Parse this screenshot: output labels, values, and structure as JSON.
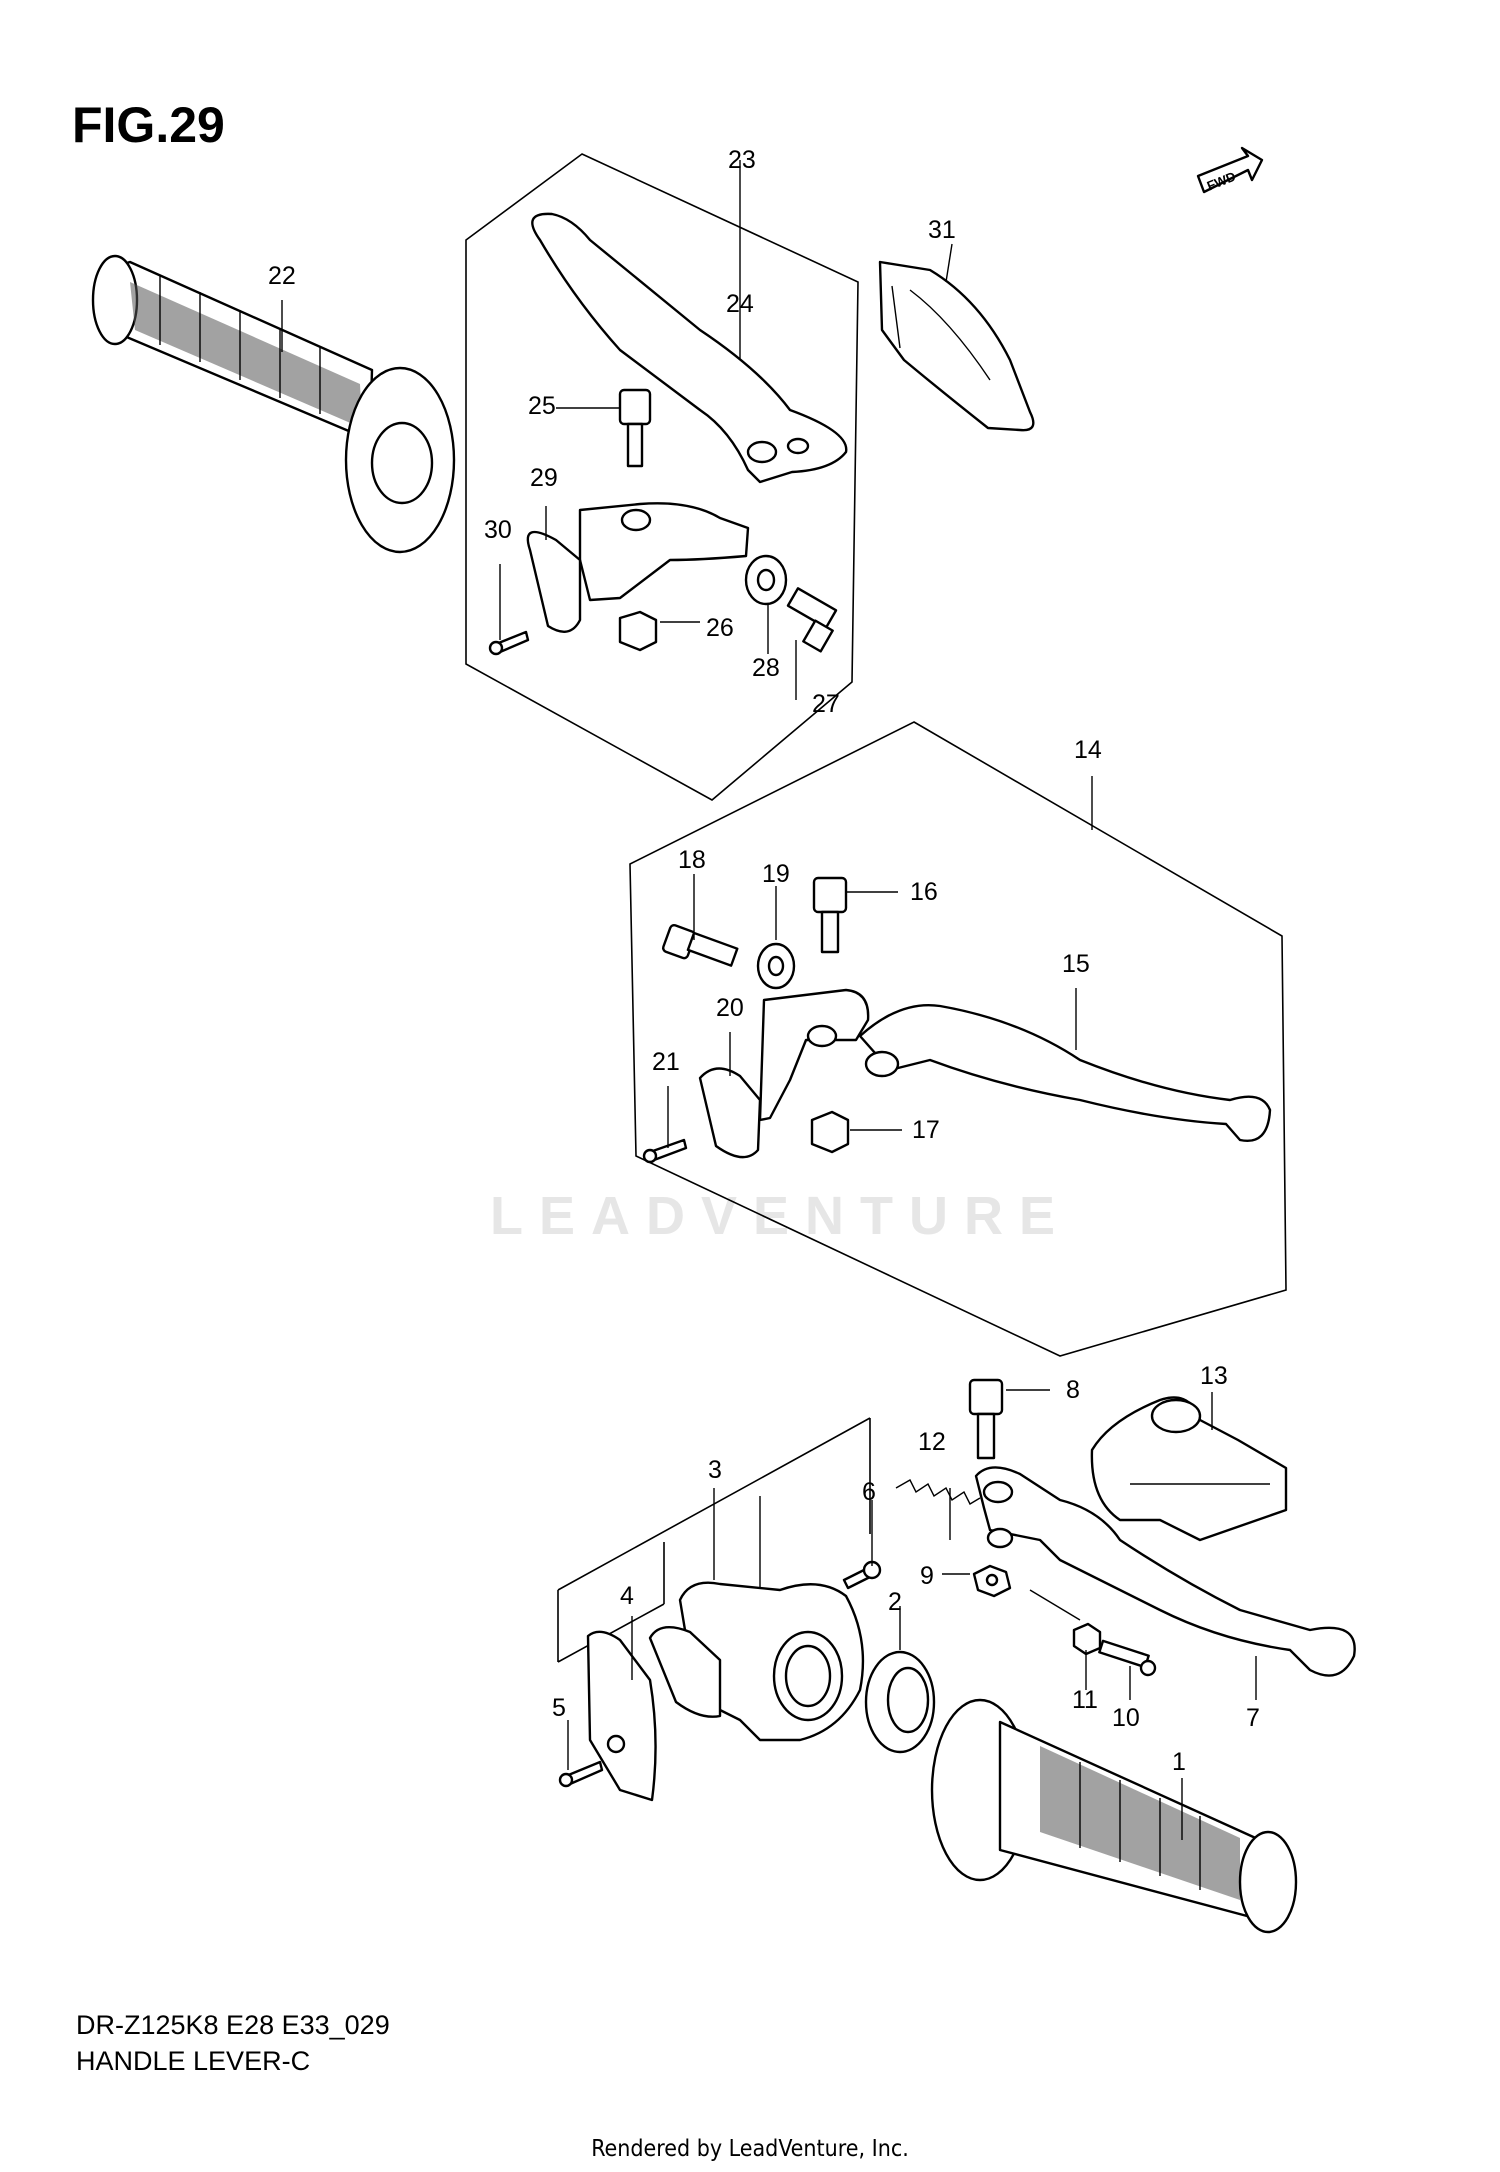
{
  "figure_title": "FIG.29",
  "model_code": "DR-Z125K8 E28 E33_029",
  "section_name": "HANDLE LEVER-C",
  "footer": "Rendered by LeadVenture, Inc.",
  "watermark": "LEADVENTURE",
  "fwd_label": "FWD",
  "part_labels": {
    "p1": "1",
    "p2": "2",
    "p3": "3",
    "p4": "4",
    "p5": "5",
    "p6": "6",
    "p7": "7",
    "p8": "8",
    "p9": "9",
    "p10": "10",
    "p11": "11",
    "p12": "12",
    "p13": "13",
    "p14": "14",
    "p15": "15",
    "p16": "16",
    "p17": "17",
    "p18": "18",
    "p19": "19",
    "p20": "20",
    "p21": "21",
    "p22": "22",
    "p23": "23",
    "p24": "24",
    "p25": "25",
    "p26": "26",
    "p27": "27",
    "p28": "28",
    "p29": "29",
    "p30": "30",
    "p31": "31"
  }
}
